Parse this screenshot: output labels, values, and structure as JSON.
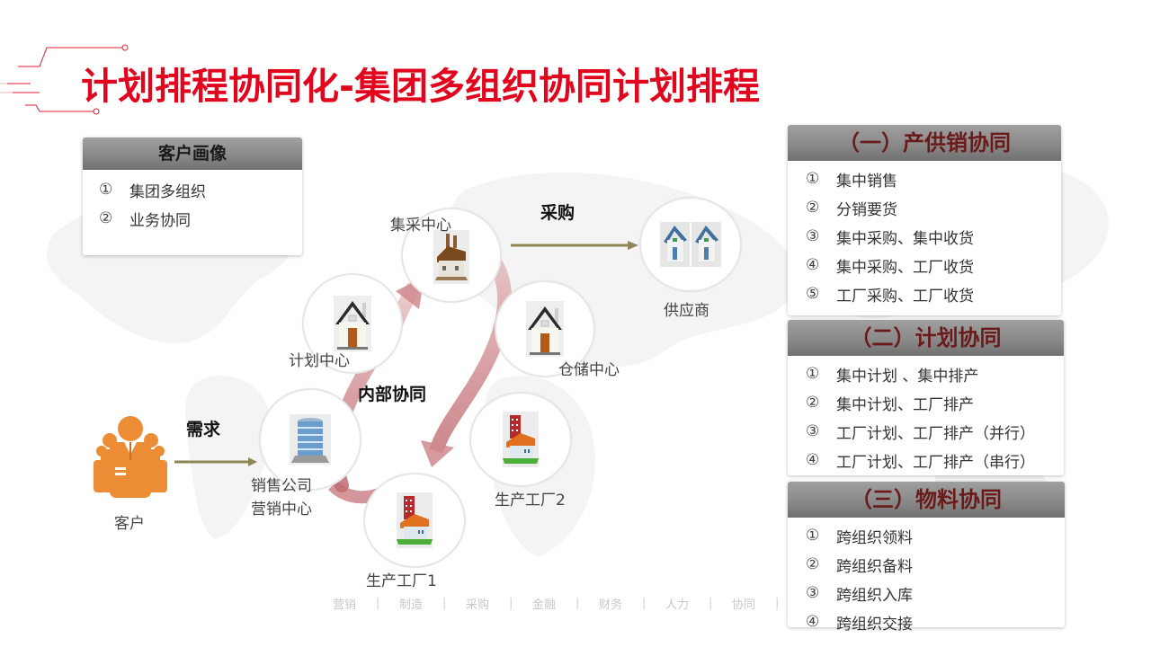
{
  "title": "计划排程协同化-集团多组织协同计划排程",
  "colors": {
    "title_red": "#e1061d",
    "section_header_text": "#6b1a1a",
    "header_gray": "#8a8a8a",
    "customer_orange": "#ec8c34",
    "arrow_olive": "#8f8656",
    "loop_arrow_red": "#c9757a"
  },
  "persona": {
    "header": "客户画像",
    "items": [
      {
        "num": "①",
        "text": "集团多组织"
      },
      {
        "num": "②",
        "text": "业务协同"
      }
    ]
  },
  "diagram": {
    "customer": {
      "label": "客户",
      "icon": "people-group-icon"
    },
    "demand_label": "需求",
    "purchase_label": "采购",
    "internal_label": "内部协同",
    "nodes": {
      "sales": {
        "label_line1": "销售公司",
        "label_line2": "营销中心",
        "icon": "office-building-icon"
      },
      "planning": {
        "label": "计划中心",
        "icon": "house-icon"
      },
      "purchasing": {
        "label": "集采中心",
        "icon": "factory-icon"
      },
      "warehouse": {
        "label": "仓储中心",
        "icon": "house-icon"
      },
      "factory2": {
        "label": "生产工厂2",
        "icon": "brick-factory-icon"
      },
      "factory1": {
        "label": "生产工厂1",
        "icon": "brick-factory-icon"
      },
      "supplier": {
        "label": "供应商",
        "icon": "blue-roof-houses-icon"
      }
    }
  },
  "sections": [
    {
      "header": "（一）产供销协同",
      "items": [
        {
          "num": "①",
          "text": "集中销售"
        },
        {
          "num": "②",
          "text": "分销要货"
        },
        {
          "num": "③",
          "text": "集中采购、集中收货"
        },
        {
          "num": "④",
          "text": "集中采购、工厂收货"
        },
        {
          "num": "⑤",
          "text": "工厂采购、工厂收货"
        }
      ]
    },
    {
      "header": "（二）计划协同",
      "items": [
        {
          "num": "①",
          "text": "集中计划 、集中排产"
        },
        {
          "num": "②",
          "text": "集中计划、工厂排产"
        },
        {
          "num": "③",
          "text": "工厂计划、工厂排产（并行）"
        },
        {
          "num": "④",
          "text": "工厂计划、工厂排产（串行）"
        }
      ]
    },
    {
      "header": "（三）物料协同",
      "items": [
        {
          "num": "①",
          "text": "跨组织领料"
        },
        {
          "num": "②",
          "text": "跨组织备料"
        },
        {
          "num": "③",
          "text": "跨组织入库"
        },
        {
          "num": "④",
          "text": "跨组织交接"
        }
      ]
    }
  ],
  "footer_nav": {
    "items": [
      "营销",
      "制造",
      "采购",
      "金融",
      "财务",
      "人力",
      "协同"
    ],
    "separator": "|"
  }
}
